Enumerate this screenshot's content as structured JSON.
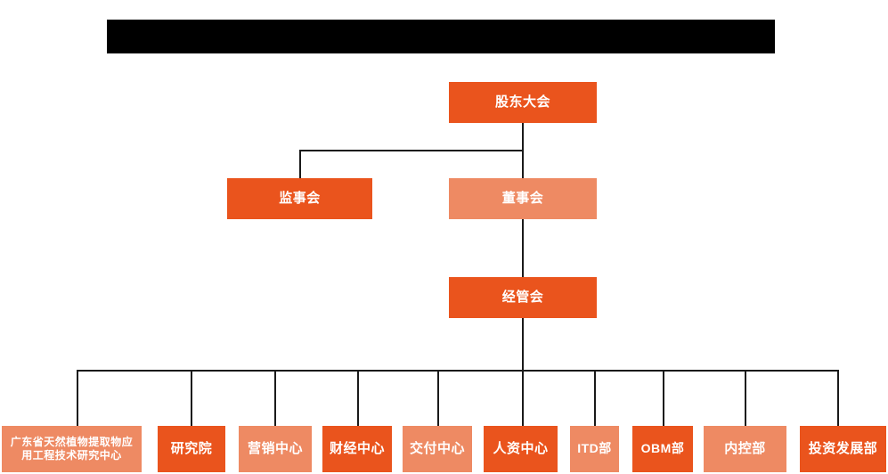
{
  "chart": {
    "type": "org-chart",
    "title_bar": {
      "name": "redacted-title-bar",
      "text": "",
      "color": "#000000"
    },
    "colors": {
      "primary": "#EA541D",
      "secondary": "#EE8A63",
      "connector": "#1a1a1a",
      "background": "#ffffff",
      "text": "#ffffff"
    },
    "levels": [
      {
        "level": 1,
        "nodes": [
          {
            "id": "shareholders-meeting",
            "label": "股东大会",
            "style": "primary"
          }
        ]
      },
      {
        "level": 2,
        "nodes": [
          {
            "id": "supervisory-board",
            "label": "监事会",
            "style": "primary"
          },
          {
            "id": "board-of-directors",
            "label": "董事会",
            "style": "secondary"
          }
        ]
      },
      {
        "level": 3,
        "nodes": [
          {
            "id": "management-committee",
            "label": "经管会",
            "style": "primary"
          }
        ]
      },
      {
        "level": 4,
        "nodes": [
          {
            "id": "guangdong-research-center",
            "label": "广东省天然植物提取物应\n用工程技术研究中心",
            "style": "secondary"
          },
          {
            "id": "research-institute",
            "label": "研究院",
            "style": "primary"
          },
          {
            "id": "marketing-center",
            "label": "营销中心",
            "style": "secondary"
          },
          {
            "id": "finance-center",
            "label": "财经中心",
            "style": "primary"
          },
          {
            "id": "delivery-center",
            "label": "交付中心",
            "style": "secondary"
          },
          {
            "id": "hr-center",
            "label": "人资中心",
            "style": "primary"
          },
          {
            "id": "itd-department",
            "label": "ITD部",
            "style": "secondary"
          },
          {
            "id": "obm-department",
            "label": "OBM部",
            "style": "primary"
          },
          {
            "id": "internal-control-department",
            "label": "内控部",
            "style": "secondary"
          },
          {
            "id": "investment-development-department",
            "label": "投资发展部",
            "style": "primary"
          }
        ]
      }
    ]
  }
}
